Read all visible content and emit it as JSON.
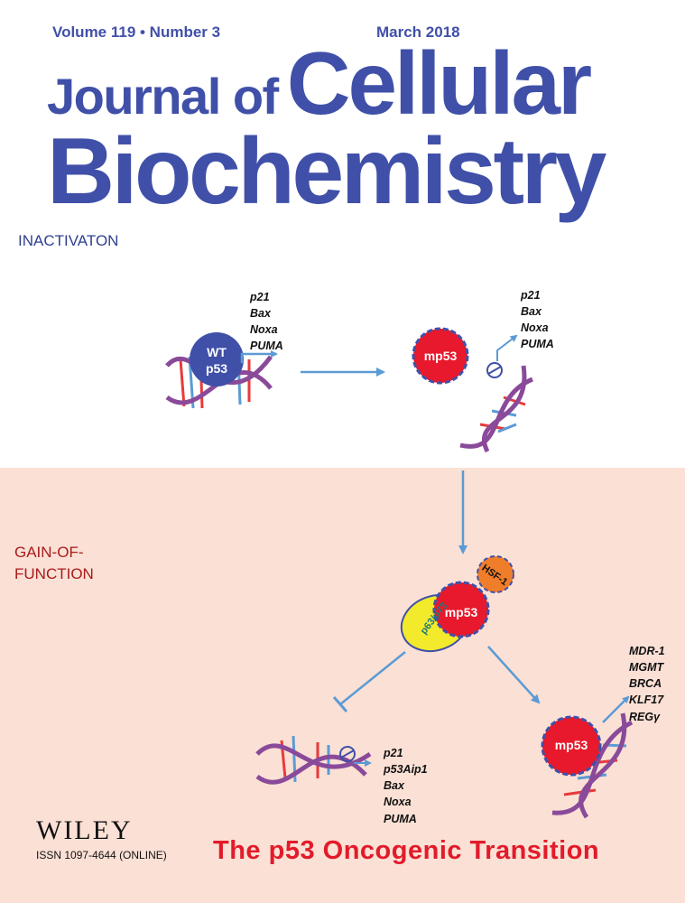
{
  "masthead": {
    "volume": "Volume 119 • Number 3",
    "date": "March 2018",
    "title_line1_small": "Journal of",
    "title_line1_big": "Cellular",
    "title_line2": "Biochemistry"
  },
  "sections": {
    "inactivation_label": "INACTIVATON",
    "gain_of_function_line1": "GAIN-OF-",
    "gain_of_function_line2": "FUNCTION"
  },
  "proteins": {
    "wt_line1": "WT",
    "wt_line2": "p53",
    "mutant": "mp53",
    "hsf": "HSF-1",
    "p63p73": "p63/p73"
  },
  "genes": {
    "wt_targets": [
      "p21",
      "Bax",
      "Noxa",
      "PUMA"
    ],
    "mp53_targets": [
      "p21",
      "Bax",
      "Noxa",
      "PUMA"
    ],
    "repressed_targets": [
      "p21",
      "p53Aip1",
      "Bax",
      "Noxa",
      "PUMA"
    ],
    "gof_targets": [
      "MDR-1",
      "MGMT",
      "BRCA",
      "KLF17",
      "REGγ"
    ]
  },
  "publisher": {
    "name": "WILEY",
    "issn": "ISSN 1097-4644 (ONLINE)"
  },
  "headline": "The p53 Oncogenic Transition",
  "colors": {
    "title_blue": "#4050a8",
    "panel_pink": "#fbe0d5",
    "mp53_red": "#e8192c",
    "headline_red": "#e21b2a",
    "arrow_blue": "#5b9bd5"
  }
}
